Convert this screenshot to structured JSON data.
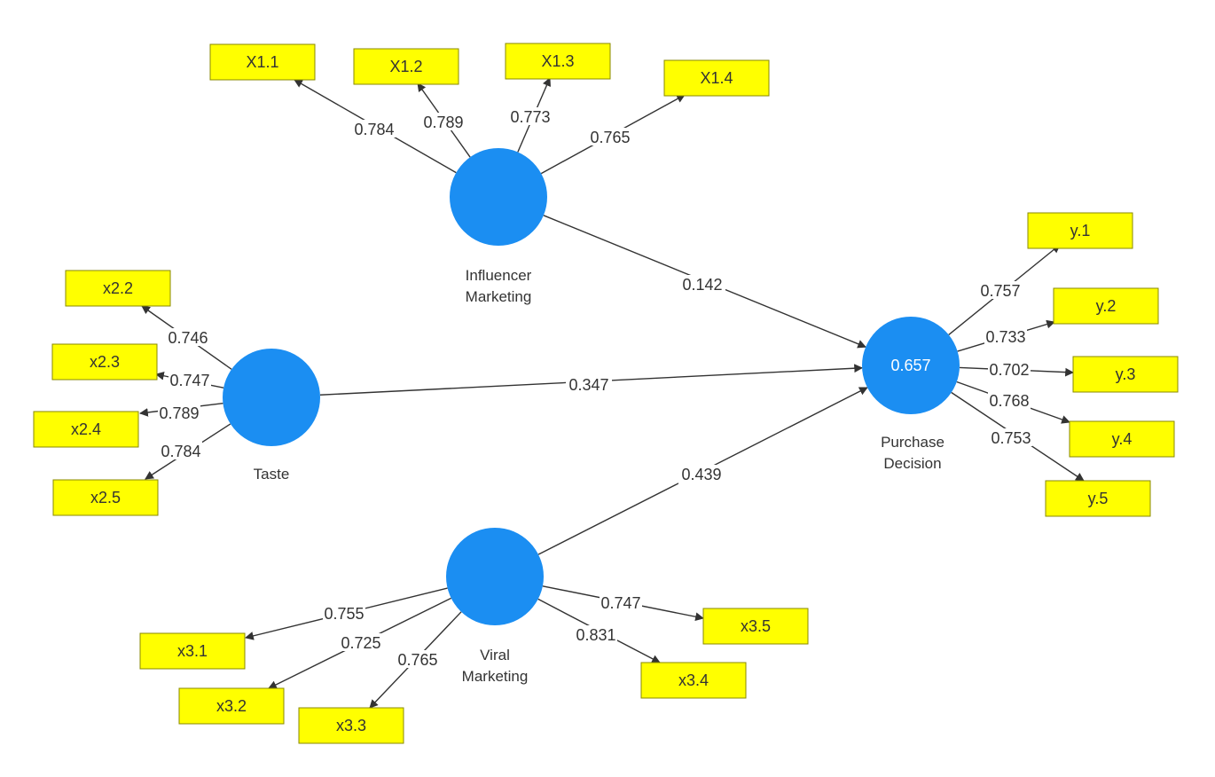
{
  "colors": {
    "latent": "#1b8ef2",
    "indicator": "#ffff00",
    "line": "#333333",
    "text": "#333333"
  },
  "latent_variables": [
    {
      "id": "im",
      "label_lines": [
        "Influencer",
        "Marketing"
      ]
    },
    {
      "id": "taste",
      "label_lines": [
        "Taste"
      ]
    },
    {
      "id": "vm",
      "label_lines": [
        "Viral",
        "Marketing"
      ]
    },
    {
      "id": "pd",
      "label_lines": [
        "Purchase",
        "Decision"
      ],
      "r_squared": "0.657"
    }
  ],
  "indicators": [
    {
      "id": "X1.1",
      "label": "X1.1",
      "of": "im",
      "loading": "0.784"
    },
    {
      "id": "X1.2",
      "label": "X1.2",
      "of": "im",
      "loading": "0.789"
    },
    {
      "id": "X1.3",
      "label": "X1.3",
      "of": "im",
      "loading": "0.773"
    },
    {
      "id": "X1.4",
      "label": "X1.4",
      "of": "im",
      "loading": "0.765"
    },
    {
      "id": "x2.2",
      "label": "x2.2",
      "of": "taste",
      "loading": "0.746"
    },
    {
      "id": "x2.3",
      "label": "x2.3",
      "of": "taste",
      "loading": "0.747"
    },
    {
      "id": "x2.4",
      "label": "x2.4",
      "of": "taste",
      "loading": "0.789"
    },
    {
      "id": "x2.5",
      "label": "x2.5",
      "of": "taste",
      "loading": "0.784"
    },
    {
      "id": "x3.1",
      "label": "x3.1",
      "of": "vm",
      "loading": "0.755"
    },
    {
      "id": "x3.2",
      "label": "x3.2",
      "of": "vm",
      "loading": "0.725"
    },
    {
      "id": "x3.3",
      "label": "x3.3",
      "of": "vm",
      "loading": "0.765"
    },
    {
      "id": "x3.4",
      "label": "x3.4",
      "of": "vm",
      "loading": "0.831"
    },
    {
      "id": "x3.5",
      "label": "x3.5",
      "of": "vm",
      "loading": "0.747"
    },
    {
      "id": "y.1",
      "label": "y.1",
      "of": "pd",
      "loading": "0.757"
    },
    {
      "id": "y.2",
      "label": "y.2",
      "of": "pd",
      "loading": "0.733"
    },
    {
      "id": "y.3",
      "label": "y.3",
      "of": "pd",
      "loading": "0.702"
    },
    {
      "id": "y.4",
      "label": "y.4",
      "of": "pd",
      "loading": "0.768"
    },
    {
      "id": "y.5",
      "label": "y.5",
      "of": "pd",
      "loading": "0.753"
    }
  ],
  "paths": [
    {
      "from": "im",
      "to": "pd",
      "coefficient": "0.142"
    },
    {
      "from": "taste",
      "to": "pd",
      "coefficient": "0.347"
    },
    {
      "from": "vm",
      "to": "pd",
      "coefficient": "0.439"
    }
  ]
}
